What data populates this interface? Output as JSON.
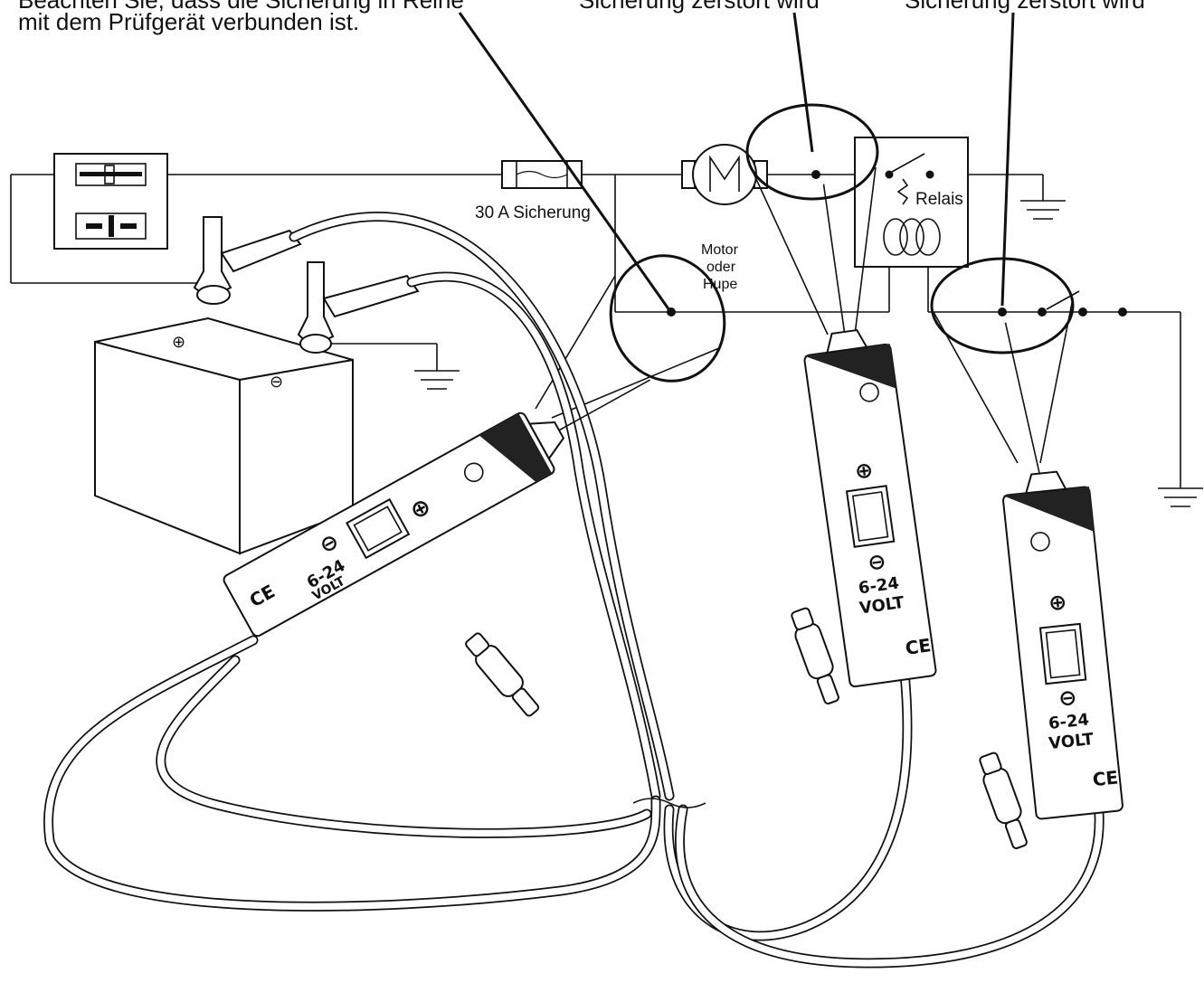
{
  "captions": {
    "top_left_line1": "Beachten Sie, dass die Sicherung in Reihe",
    "top_left_line2": "mit dem Prüfgerät verbunden ist.",
    "top_middle": "Sicherung zerstört wird",
    "top_right": "Sicherung zerstört wird"
  },
  "labels": {
    "fuse": "30 A Sicherung",
    "motor_line1": "Motor",
    "motor_line2": "oder",
    "motor_line3": "Hupe",
    "relay": "Relais",
    "battery_plus": "⊕",
    "battery_minus": "⊖"
  },
  "tester": {
    "plus_symbol": "⊕",
    "minus_symbol": "⊖",
    "voltage_range": "6-24",
    "voltage_unit": "VOLT",
    "ce_mark": "CE"
  },
  "colors": {
    "line": "#111111",
    "background": "#ffffff"
  }
}
